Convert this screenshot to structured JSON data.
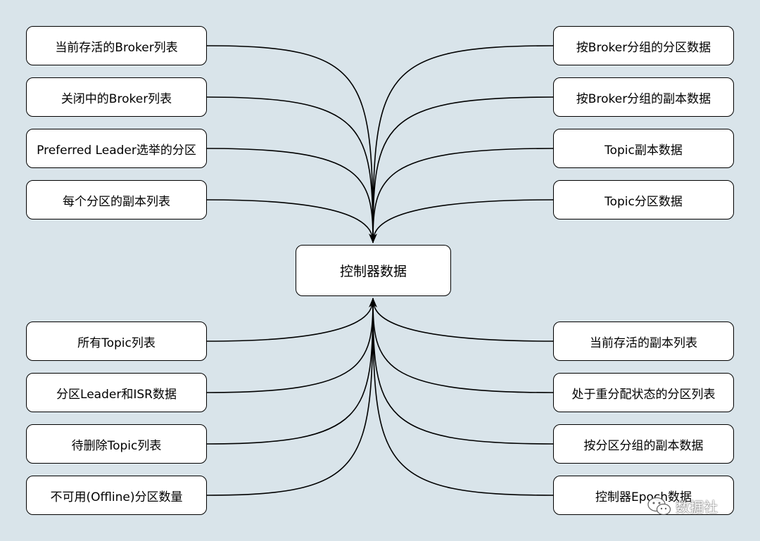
{
  "diagram": {
    "center_label": "控制器数据",
    "left_top": [
      "当前存活的Broker列表",
      "关闭中的Broker列表",
      "Preferred Leader选举的分区",
      "每个分区的副本列表"
    ],
    "right_top": [
      "按Broker分组的分区数据",
      "按Broker分组的副本数据",
      "Topic副本数据",
      "Topic分区数据"
    ],
    "left_bottom": [
      "所有Topic列表",
      "分区Leader和ISR数据",
      "待删除Topic列表",
      "不可用(Offline)分区数量"
    ],
    "right_bottom": [
      "当前存活的副本列表",
      "处于重分配状态的分区列表",
      "按分区分组的副本数据",
      "控制器Epoch数据"
    ]
  },
  "watermark": {
    "text": "数据社",
    "icon": "wechat-icon"
  },
  "colors": {
    "background": "#d9e4ea",
    "node_fill": "#ffffff",
    "stroke": "#000000"
  }
}
